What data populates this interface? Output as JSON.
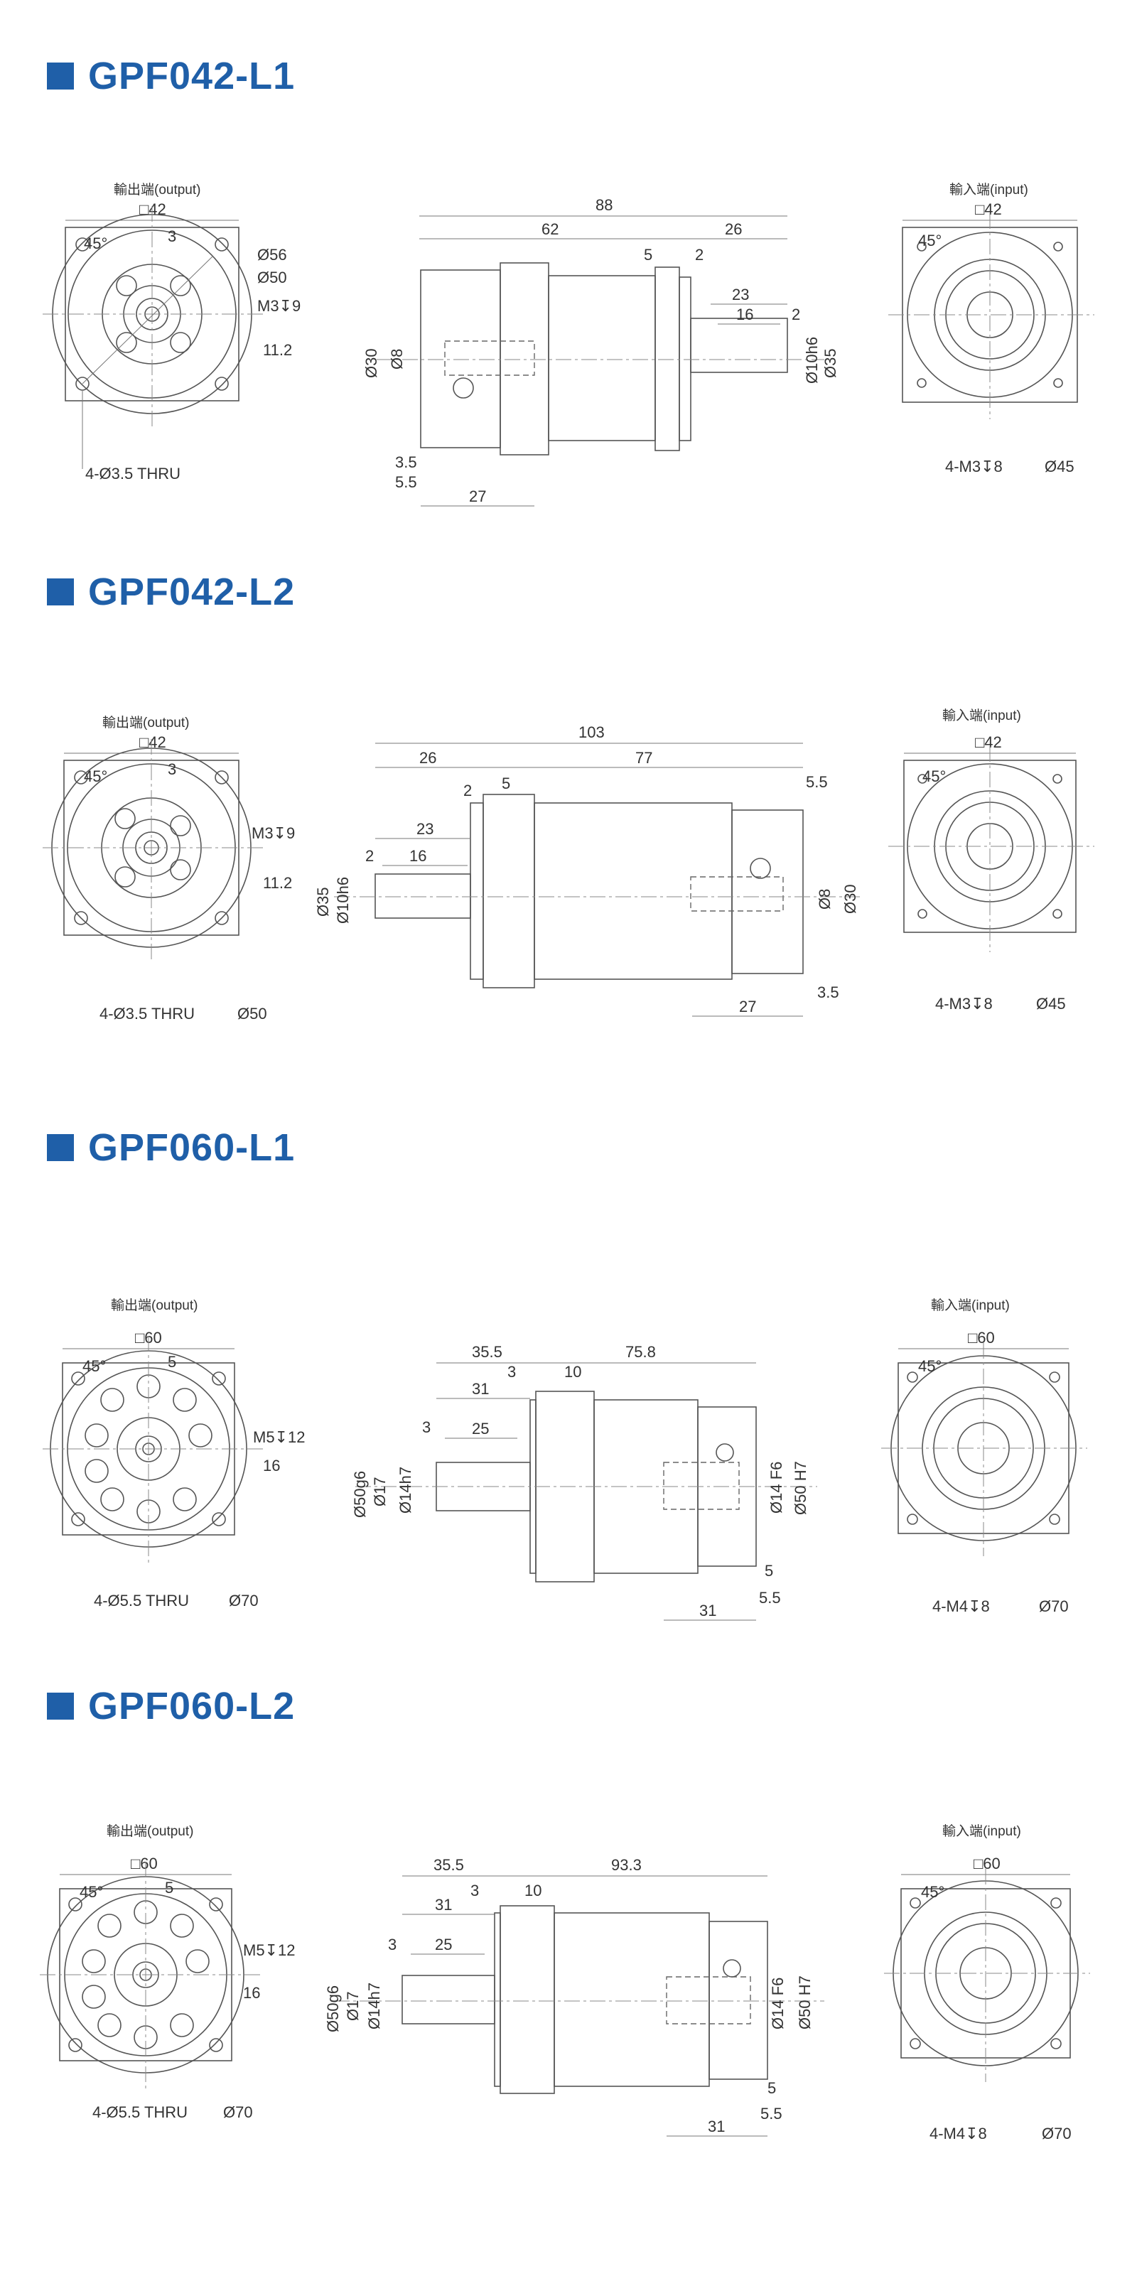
{
  "sections": [
    {
      "title": "GPF042-L1",
      "output_label": "輸出端(output)",
      "input_label": "輸入端(input)",
      "out": {
        "sq": "□42",
        "angle": "45°",
        "key": "3",
        "d1": "Ø56",
        "d2": "Ø50",
        "tap": "M3↧9",
        "h": "11.2",
        "holes": "4-Ø3.5 THRU"
      },
      "inp": {
        "sq": "□42",
        "angle": "45°",
        "tap": "4-M3↧8",
        "pcd": "Ø45"
      },
      "side": [
        "88",
        "62",
        "26",
        "5",
        "2",
        "23",
        "16",
        "2",
        "Ø10h6",
        "Ø35",
        "Ø30",
        "Ø8",
        "3.5",
        "5.5",
        "27"
      ]
    },
    {
      "title": "GPF042-L2",
      "output_label": "輸出端(output)",
      "input_label": "輸入端(input)",
      "out": {
        "sq": "□42",
        "angle": "45°",
        "key": "3",
        "tap": "M3↧9",
        "h": "11.2",
        "holes": "4-Ø3.5 THRU",
        "pcd": "Ø50"
      },
      "inp": {
        "sq": "□42",
        "angle": "45°",
        "tap": "4-M3↧8",
        "pcd": "Ø45"
      },
      "side": [
        "103",
        "26",
        "77",
        "2",
        "5",
        "5.5",
        "23",
        "2",
        "16",
        "Ø35",
        "Ø10h6",
        "Ø8",
        "Ø30",
        "27",
        "3.5"
      ]
    },
    {
      "title": "GPF060-L1",
      "output_label": "輸出端(output)",
      "input_label": "輸入端(input)",
      "out": {
        "sq": "□60",
        "angle": "45°",
        "key": "5",
        "tap": "M5↧12",
        "h": "16",
        "holes": "4-Ø5.5 THRU",
        "pcd": "Ø70"
      },
      "inp": {
        "sq": "□60",
        "angle": "45°",
        "tap": "4-M4↧8",
        "pcd": "Ø70"
      },
      "side": [
        "35.5",
        "75.8",
        "3",
        "10",
        "31",
        "3",
        "25",
        "Ø50g6",
        "Ø17",
        "Ø14h7",
        "Ø14 F6",
        "Ø50 H7",
        "5",
        "5.5",
        "31"
      ]
    },
    {
      "title": "GPF060-L2",
      "output_label": "輸出端(output)",
      "input_label": "輸入端(input)",
      "out": {
        "sq": "□60",
        "angle": "45°",
        "key": "5",
        "tap": "M5↧12",
        "h": "16",
        "holes": "4-Ø5.5 THRU",
        "pcd": "Ø70"
      },
      "inp": {
        "sq": "□60",
        "angle": "45°",
        "tap": "4-M4↧8",
        "pcd": "Ø70"
      },
      "side": [
        "35.5",
        "93.3",
        "3",
        "10",
        "31",
        "3",
        "25",
        "Ø50g6",
        "Ø17",
        "Ø14h7",
        "Ø14 F6",
        "Ø50 H7",
        "5",
        "5.5",
        "31"
      ]
    }
  ]
}
